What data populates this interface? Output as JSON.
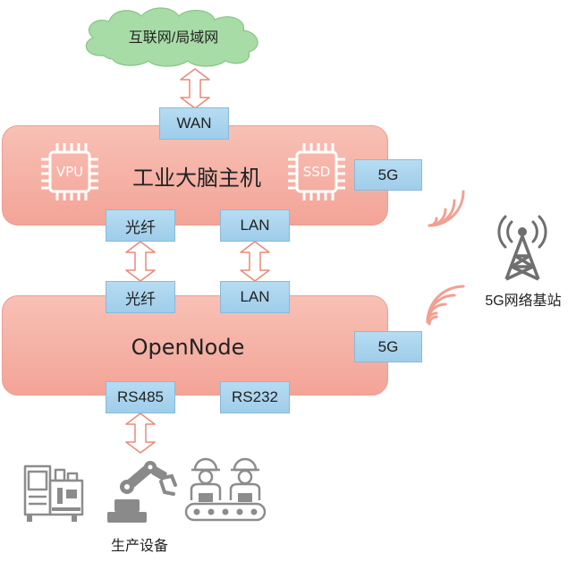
{
  "cloud": {
    "label": "互联网/局域网"
  },
  "host": {
    "title": "工业大脑主机",
    "chips": [
      "VPU",
      "SSD"
    ],
    "ports": {
      "wan": "WAN",
      "fiber": "光纤",
      "lan": "LAN",
      "g5": "5G"
    }
  },
  "node": {
    "title": "OpenNode",
    "ports": {
      "fiber": "光纤",
      "lan": "LAN",
      "g5": "5G",
      "rs485": "RS485",
      "rs232": "RS232"
    }
  },
  "tower": {
    "label": "5G网络基站"
  },
  "equipment": {
    "label": "生产设备"
  },
  "colors": {
    "panel": "#f5aa9c",
    "port": "#a8d3ee",
    "cloud": "#a7dca6",
    "arrow": "#e98a78",
    "icon": "#8a8a8a"
  }
}
